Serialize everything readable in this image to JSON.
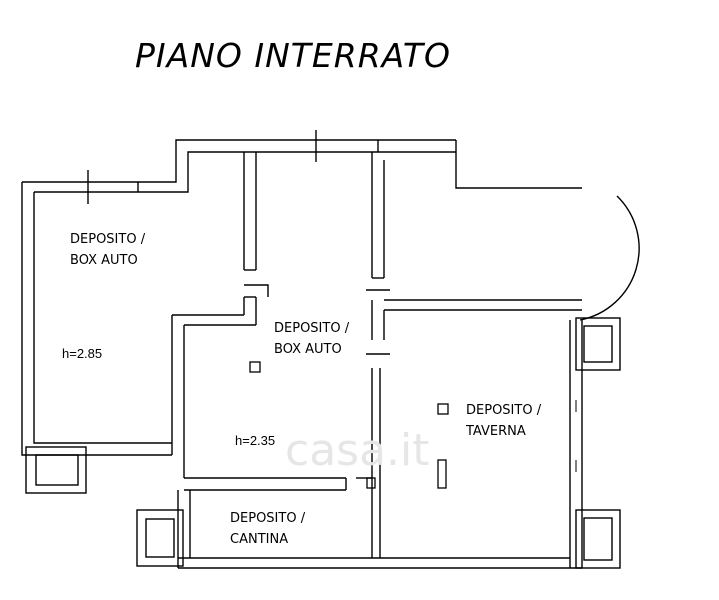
{
  "title": "PIANO INTERRATO",
  "rooms": [
    {
      "line1": "DEPOSITO /",
      "line2": "BOX AUTO",
      "height": "h=2.85"
    },
    {
      "line1": "DEPOSITO /",
      "line2": "BOX AUTO",
      "height": "h=2.35"
    },
    {
      "line1": "DEPOSITO /",
      "line2": "TAVERNA"
    },
    {
      "line1": "DEPOSITO /",
      "line2": "CANTINA"
    }
  ],
  "watermark": "casa.it",
  "colors": {
    "walls": "#000000",
    "background": "#ffffff",
    "watermark": "#e6e6e6"
  }
}
